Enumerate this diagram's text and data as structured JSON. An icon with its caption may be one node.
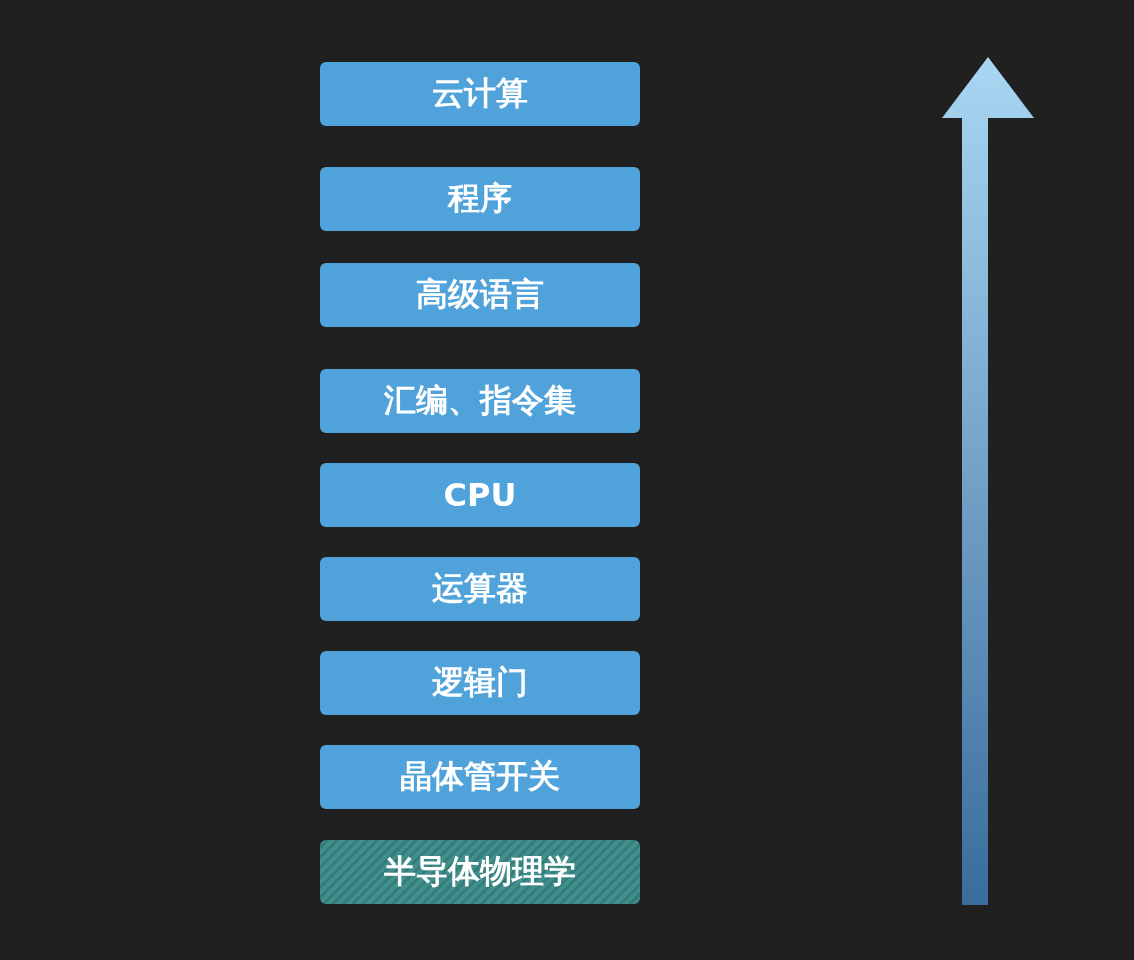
{
  "diagram": {
    "nodes": [
      {
        "text": [
          "云计算"
        ]
      },
      {
        "text": [
          "程序"
        ]
      },
      {
        "text": [
          "高级语言"
        ]
      },
      {
        "text": [
          "汇编、指令集"
        ]
      },
      {
        "text": [
          "CPU"
        ]
      },
      {
        "text": [
          "运算器"
        ]
      },
      {
        "text": [
          "逻辑门"
        ]
      },
      {
        "text": [
          "晶体管开关"
        ]
      },
      {
        "text": [
          "半导体物理学"
        ]
      }
    ]
  }
}
